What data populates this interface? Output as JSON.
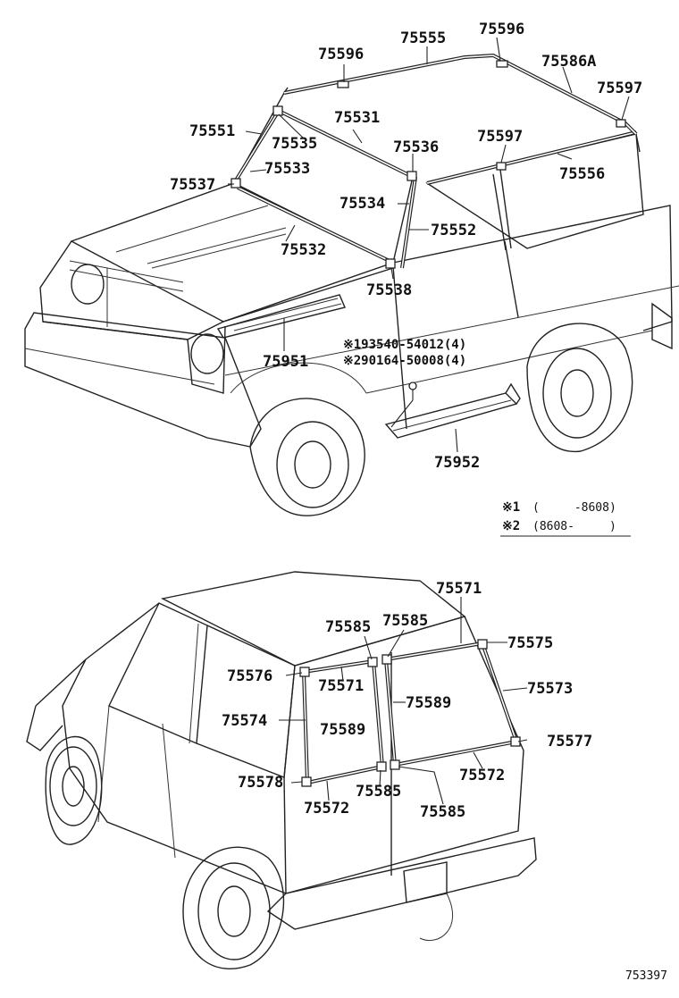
{
  "figure_id": "753397",
  "top_labels": {
    "p75596_a": "75596",
    "p75555": "75555",
    "p75596_b": "75596",
    "p75586a": "75586A",
    "p75597_a": "75597",
    "p75551": "75551",
    "p75531": "75531",
    "p75535": "75535",
    "p75536": "75536",
    "p75597_b": "75597",
    "p75533": "75533",
    "p75537": "75537",
    "p75556": "75556",
    "p75534": "75534",
    "p75552": "75552",
    "p75532": "75532",
    "p75538": "75538",
    "p75951": "75951",
    "p75952": "75952"
  },
  "fasteners": {
    "line1": "※193540-54012(4)",
    "line2": "※290164-50008(4)"
  },
  "legend": {
    "row1_mark": "※1",
    "row1_range": "(　　　-8608)",
    "row2_mark": "※2",
    "row2_range": "(8608-　　　)"
  },
  "bottom_labels": {
    "p75571_top": "75571",
    "p75585_a": "75585",
    "p75585_b": "75585",
    "p75575": "75575",
    "p75576": "75576",
    "p75571_left": "75571",
    "p75589_right": "75589",
    "p75573": "75573",
    "p75574": "75574",
    "p75589_left": "75589",
    "p75577": "75577",
    "p75572_right": "75572",
    "p75578": "75578",
    "p75585_c": "75585",
    "p75572_left": "75572",
    "p75585_d": "75585"
  }
}
